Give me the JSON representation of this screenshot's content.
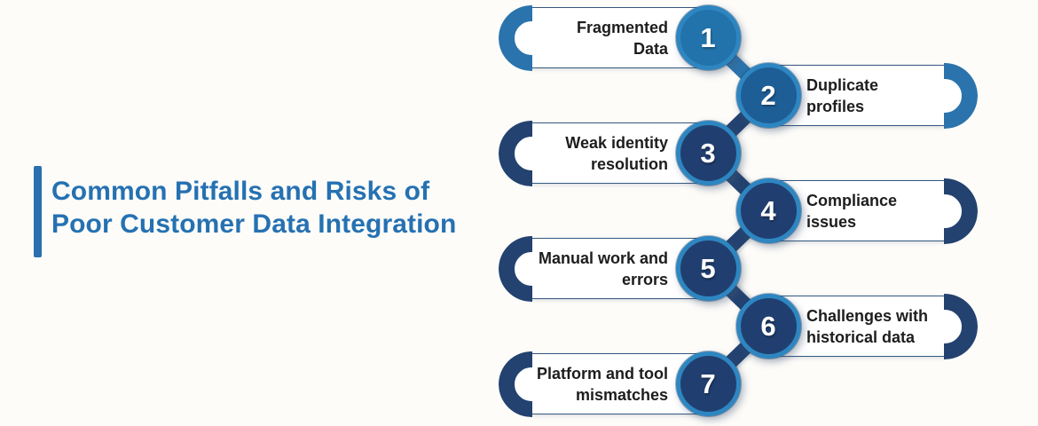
{
  "title": {
    "line1": "Common Pitfalls and Risks of",
    "line2": "Poor Customer Data Integration"
  },
  "colors": {
    "background": "#fdfcf9",
    "title_text": "#2571b2",
    "accent_bar": "#2a6fae",
    "blue": "#2b73ac",
    "navy": "#234270",
    "circle_ring": "#2e86c1",
    "pill_border": "#35587f",
    "pill_background": "#ffffff",
    "label_text": "#1d1d1d",
    "number_text": "#ffffff"
  },
  "items": [
    {
      "number": "1",
      "line1": "Fragmented",
      "line2": "Data",
      "side": "left",
      "accent": "blue",
      "circle_fill": "#2273ab"
    },
    {
      "number": "2",
      "line1": "Duplicate",
      "line2": "profiles",
      "side": "right",
      "accent": "blue",
      "circle_fill": "#1e5e96"
    },
    {
      "number": "3",
      "line1": "Weak identity",
      "line2": "resolution",
      "side": "left",
      "accent": "navy",
      "circle_fill": "#203f70"
    },
    {
      "number": "4",
      "line1": "Compliance",
      "line2": "issues",
      "side": "right",
      "accent": "navy",
      "circle_fill": "#203f70"
    },
    {
      "number": "5",
      "line1": "Manual work and",
      "line2": "errors",
      "side": "left",
      "accent": "navy",
      "circle_fill": "#203f70"
    },
    {
      "number": "6",
      "line1": "Challenges with",
      "line2": "historical data",
      "side": "right",
      "accent": "navy",
      "circle_fill": "#203f70"
    },
    {
      "number": "7",
      "line1": "Platform and tool",
      "line2": "mismatches",
      "side": "left",
      "accent": "navy",
      "circle_fill": "#203f70"
    }
  ],
  "connectors": [
    {
      "between": "1-2",
      "color": "blue"
    },
    {
      "between": "2-3",
      "color": "navy"
    },
    {
      "between": "3-4",
      "color": "navy"
    },
    {
      "between": "4-5",
      "color": "navy"
    },
    {
      "between": "5-6",
      "color": "navy"
    },
    {
      "between": "6-7",
      "color": "navy"
    }
  ]
}
